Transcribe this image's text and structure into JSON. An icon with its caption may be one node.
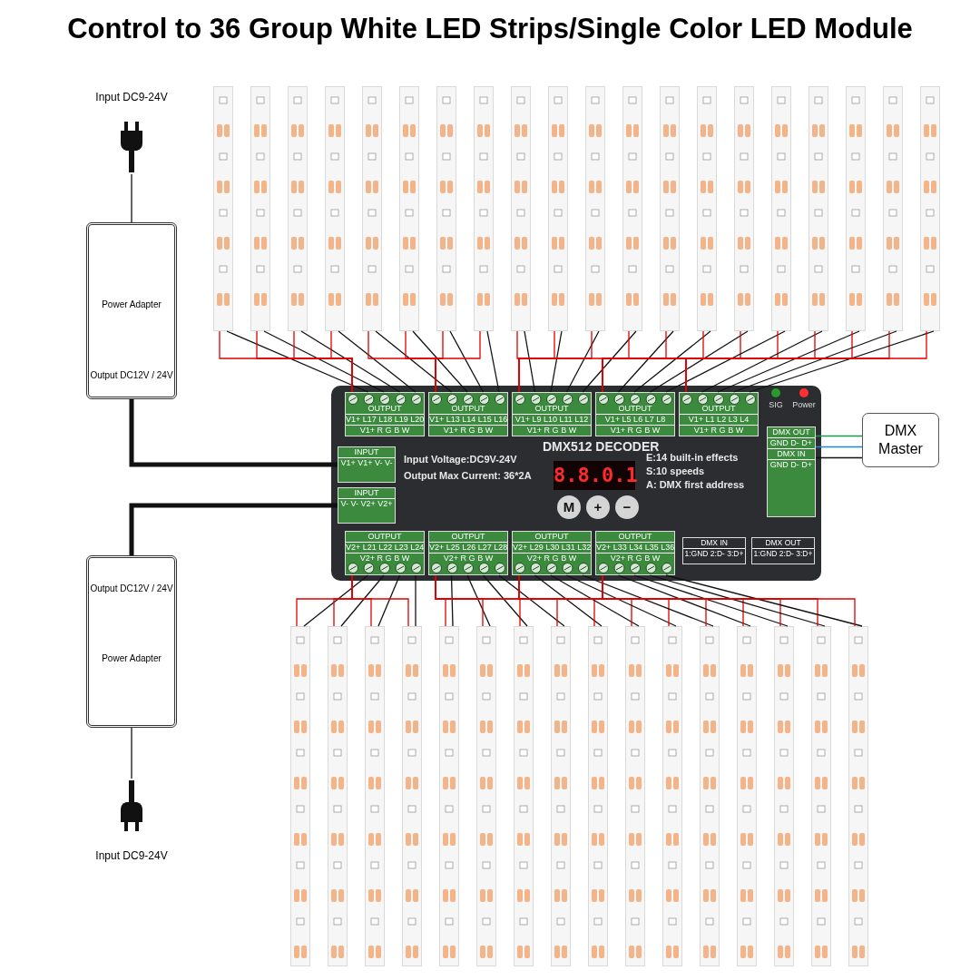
{
  "diagram": {
    "title": "Control to 36 Group White LED Strips/Single Color LED Module",
    "nodes": [
      {
        "text": [],
        "shape": "picture",
        "beside": [
          "Input DC9-24V"
        ]
      },
      {
        "text": [
          "Power Adapter",
          "Output DC12V / 24V"
        ]
      },
      {
        "text": [
          "DMX512 DECODER",
          "Input Voltage:DC9V-24V",
          "Output Max  Current: 36*2A",
          "E:14 built-in effects",
          "S:10 speeds",
          "A: DMX first address"
        ]
      },
      {
        "text": [
          "8.8.0.1"
        ],
        "in": 2
      },
      {
        "text": [
          "M"
        ],
        "in": 2
      },
      {
        "text": [
          "+"
        ],
        "in": 2
      },
      {
        "text": [
          "−"
        ],
        "in": 2
      },
      {
        "text": [],
        "shape": "circle",
        "beside": [
          "SIG"
        ],
        "in": 2
      },
      {
        "text": [],
        "shape": "circle",
        "beside": [
          "Power"
        ],
        "in": 2
      },
      {
        "text": [
          "OUTPUT",
          "V1+ L17 L18 L19 L20",
          "V1+ R G B W"
        ],
        "in": 2
      },
      {
        "text": [
          "OUTPUT",
          "V1+ L13 L14 L15 L16",
          "V1+ R G B W"
        ],
        "in": 2
      },
      {
        "text": [
          "OUTPUT",
          "V1+ L9 L10 L11 L12",
          "V1+ R G B W"
        ],
        "in": 2
      },
      {
        "text": [
          "OUTPUT",
          "V1+ L5 L6 L7 L8",
          "V1+ R G B W"
        ],
        "in": 2
      },
      {
        "text": [
          "OUTPUT",
          "V1+ L1 L2 L3 L4",
          "V1+ R G B W"
        ],
        "in": 2
      },
      {
        "text": [
          "INPUT",
          "V1+ V1+ V- V-"
        ],
        "in": 2
      },
      {
        "text": [
          "INPUT",
          "V- V- V2+ V2+"
        ],
        "in": 2
      },
      {
        "text": [
          "OUTPUT",
          "V2+ L21 L22 L23 L24",
          "V2+ R G B W"
        ],
        "in": 2
      },
      {
        "text": [
          "OUTPUT",
          "V2+ L25 L26 L27 L28",
          "V2+ R G B W"
        ],
        "in": 2
      },
      {
        "text": [
          "OUTPUT",
          "V2+ L29 L30 L31 L32",
          "V2+ R G B W"
        ],
        "in": 2
      },
      {
        "text": [
          "OUTPUT",
          "V2+ L33 L34 L35 L36",
          "V2+ R G B W"
        ],
        "in": 2
      },
      {
        "text": [
          "DMX OUT",
          "GND D- D+",
          "DMX IN",
          "GND D- D+"
        ],
        "in": 2
      },
      {
        "text": [
          "DMX IN",
          "1:GND 2:D- 3:D+"
        ],
        "in": 2
      },
      {
        "text": [
          "DMX OUT",
          "1:GND 2:D- 3:D+"
        ],
        "in": 2
      },
      {
        "text": [
          "DMX Master"
        ]
      },
      {
        "text": [
          "Output DC12V / 24V",
          "Power Adapter"
        ]
      },
      {
        "text": [],
        "shape": "picture",
        "beside": [
          "Input DC9-24V"
        ]
      },
      {
        "text": [],
        "shape": "bar"
      },
      {
        "text": [],
        "shape": "bar"
      },
      {
        "text": [],
        "shape": "bar"
      },
      {
        "text": [],
        "shape": "bar"
      },
      {
        "text": [],
        "shape": "bar"
      },
      {
        "text": [],
        "shape": "bar"
      },
      {
        "text": [],
        "shape": "bar"
      },
      {
        "text": [],
        "shape": "bar"
      },
      {
        "text": [],
        "shape": "bar"
      },
      {
        "text": [],
        "shape": "bar"
      },
      {
        "text": [],
        "shape": "bar"
      },
      {
        "text": [],
        "shape": "bar"
      },
      {
        "text": [],
        "shape": "bar"
      },
      {
        "text": [],
        "shape": "bar"
      },
      {
        "text": [],
        "shape": "bar"
      },
      {
        "text": [],
        "shape": "bar"
      },
      {
        "text": [],
        "shape": "bar"
      },
      {
        "text": [],
        "shape": "bar"
      },
      {
        "text": [],
        "shape": "bar"
      },
      {
        "text": [],
        "shape": "bar"
      },
      {
        "text": [],
        "shape": "bar"
      },
      {
        "text": [],
        "shape": "bar"
      },
      {
        "text": [],
        "shape": "bar"
      },
      {
        "text": [],
        "shape": "bar"
      },
      {
        "text": [],
        "shape": "bar"
      },
      {
        "text": [],
        "shape": "bar"
      },
      {
        "text": [],
        "shape": "bar"
      },
      {
        "text": [],
        "shape": "bar"
      },
      {
        "text": [],
        "shape": "bar"
      },
      {
        "text": [],
        "shape": "bar"
      },
      {
        "text": [],
        "shape": "bar"
      },
      {
        "text": [],
        "shape": "bar"
      },
      {
        "text": [],
        "shape": "bar"
      },
      {
        "text": [],
        "shape": "bar"
      },
      {
        "text": [],
        "shape": "bar"
      },
      {
        "text": [],
        "shape": "bar"
      }
    ],
    "edges": [
      {
        "from": 0,
        "to": 1,
        "arrow": "none"
      },
      {
        "from": 1,
        "to": 14,
        "arrow": "none",
        "style": "thick"
      },
      {
        "from": 15,
        "to": 24,
        "arrow": "none",
        "style": "thick"
      },
      {
        "from": 24,
        "to": 25,
        "arrow": "none"
      },
      {
        "from": 20,
        "to": 23,
        "arrow": "none",
        "color": "#1a9a4a"
      },
      {
        "from": 20,
        "to": 23,
        "arrow": "none",
        "color": "#1a8ad8"
      },
      {
        "from": 20,
        "to": 23,
        "arrow": "none"
      },
      {
        "from": 26,
        "to": 9,
        "arrow": "none"
      },
      {
        "from": 26,
        "to": 9,
        "arrow": "none",
        "color": "#e00000"
      },
      {
        "from": 27,
        "to": 9,
        "arrow": "none"
      },
      {
        "from": 27,
        "to": 9,
        "arrow": "none",
        "color": "#e00000"
      },
      {
        "from": 28,
        "to": 9,
        "arrow": "none"
      },
      {
        "from": 28,
        "to": 9,
        "arrow": "none",
        "color": "#e00000"
      },
      {
        "from": 29,
        "to": 9,
        "arrow": "none"
      },
      {
        "from": 29,
        "to": 9,
        "arrow": "none",
        "color": "#e00000"
      },
      {
        "from": 30,
        "to": 10,
        "arrow": "none"
      },
      {
        "from": 30,
        "to": 10,
        "arrow": "none",
        "color": "#e00000"
      },
      {
        "from": 31,
        "to": 10,
        "arrow": "none"
      },
      {
        "from": 31,
        "to": 10,
        "arrow": "none",
        "color": "#e00000"
      },
      {
        "from": 32,
        "to": 10,
        "arrow": "none"
      },
      {
        "from": 32,
        "to": 10,
        "arrow": "none",
        "color": "#e00000"
      },
      {
        "from": 33,
        "to": 10,
        "arrow": "none"
      },
      {
        "from": 33,
        "to": 10,
        "arrow": "none",
        "color": "#e00000"
      },
      {
        "from": 34,
        "to": 11,
        "arrow": "none"
      },
      {
        "from": 34,
        "to": 11,
        "arrow": "none",
        "color": "#e00000"
      },
      {
        "from": 35,
        "to": 11,
        "arrow": "none"
      },
      {
        "from": 35,
        "to": 11,
        "arrow": "none",
        "color": "#e00000"
      },
      {
        "from": 36,
        "to": 11,
        "arrow": "none"
      },
      {
        "from": 36,
        "to": 11,
        "arrow": "none",
        "color": "#e00000"
      },
      {
        "from": 37,
        "to": 11,
        "arrow": "none"
      },
      {
        "from": 37,
        "to": 11,
        "arrow": "none",
        "color": "#e00000"
      },
      {
        "from": 38,
        "to": 12,
        "arrow": "none"
      },
      {
        "from": 38,
        "to": 12,
        "arrow": "none",
        "color": "#e00000"
      },
      {
        "from": 39,
        "to": 12,
        "arrow": "none"
      },
      {
        "from": 39,
        "to": 12,
        "arrow": "none",
        "color": "#e00000"
      },
      {
        "from": 40,
        "to": 12,
        "arrow": "none"
      },
      {
        "from": 40,
        "to": 12,
        "arrow": "none",
        "color": "#e00000"
      },
      {
        "from": 41,
        "to": 12,
        "arrow": "none"
      },
      {
        "from": 41,
        "to": 12,
        "arrow": "none",
        "color": "#e00000"
      },
      {
        "from": 42,
        "to": 13,
        "arrow": "none"
      },
      {
        "from": 42,
        "to": 13,
        "arrow": "none",
        "color": "#e00000"
      },
      {
        "from": 43,
        "to": 13,
        "arrow": "none"
      },
      {
        "from": 43,
        "to": 13,
        "arrow": "none",
        "color": "#e00000"
      },
      {
        "from": 44,
        "to": 13,
        "arrow": "none"
      },
      {
        "from": 44,
        "to": 13,
        "arrow": "none",
        "color": "#e00000"
      },
      {
        "from": 45,
        "to": 13,
        "arrow": "none"
      },
      {
        "from": 45,
        "to": 13,
        "arrow": "none",
        "color": "#e00000"
      },
      {
        "from": 16,
        "to": 46,
        "arrow": "none"
      },
      {
        "from": 16,
        "to": 46,
        "arrow": "none",
        "color": "#e00000"
      },
      {
        "from": 16,
        "to": 47,
        "arrow": "none"
      },
      {
        "from": 16,
        "to": 47,
        "arrow": "none",
        "color": "#e00000"
      },
      {
        "from": 16,
        "to": 48,
        "arrow": "none"
      },
      {
        "from": 16,
        "to": 48,
        "arrow": "none",
        "color": "#e00000"
      },
      {
        "from": 16,
        "to": 49,
        "arrow": "none"
      },
      {
        "from": 16,
        "to": 49,
        "arrow": "none",
        "color": "#e00000"
      },
      {
        "from": 17,
        "to": 50,
        "arrow": "none"
      },
      {
        "from": 17,
        "to": 50,
        "arrow": "none",
        "color": "#e00000"
      },
      {
        "from": 17,
        "to": 51,
        "arrow": "none"
      },
      {
        "from": 17,
        "to": 51,
        "arrow": "none",
        "color": "#e00000"
      },
      {
        "from": 17,
        "to": 52,
        "arrow": "none"
      },
      {
        "from": 17,
        "to": 52,
        "arrow": "none",
        "color": "#e00000"
      },
      {
        "from": 17,
        "to": 53,
        "arrow": "none"
      },
      {
        "from": 17,
        "to": 53,
        "arrow": "none",
        "color": "#e00000"
      },
      {
        "from": 18,
        "to": 54,
        "arrow": "none"
      },
      {
        "from": 18,
        "to": 54,
        "arrow": "none",
        "color": "#e00000"
      },
      {
        "from": 18,
        "to": 55,
        "arrow": "none"
      },
      {
        "from": 18,
        "to": 55,
        "arrow": "none",
        "color": "#e00000"
      },
      {
        "from": 18,
        "to": 56,
        "arrow": "none"
      },
      {
        "from": 18,
        "to": 56,
        "arrow": "none",
        "color": "#e00000"
      },
      {
        "from": 18,
        "to": 57,
        "arrow": "none"
      },
      {
        "from": 18,
        "to": 57,
        "arrow": "none",
        "color": "#e00000"
      },
      {
        "from": 19,
        "to": 58,
        "arrow": "none"
      },
      {
        "from": 19,
        "to": 58,
        "arrow": "none",
        "color": "#e00000"
      },
      {
        "from": 19,
        "to": 59,
        "arrow": "none"
      },
      {
        "from": 19,
        "to": 59,
        "arrow": "none",
        "color": "#e00000"
      },
      {
        "from": 19,
        "to": 60,
        "arrow": "none"
      },
      {
        "from": 19,
        "to": 60,
        "arrow": "none",
        "color": "#e00000"
      },
      {
        "from": 19,
        "to": 61,
        "arrow": "none"
      },
      {
        "from": 19,
        "to": 61,
        "arrow": "none",
        "color": "#e00000"
      }
    ]
  }
}
